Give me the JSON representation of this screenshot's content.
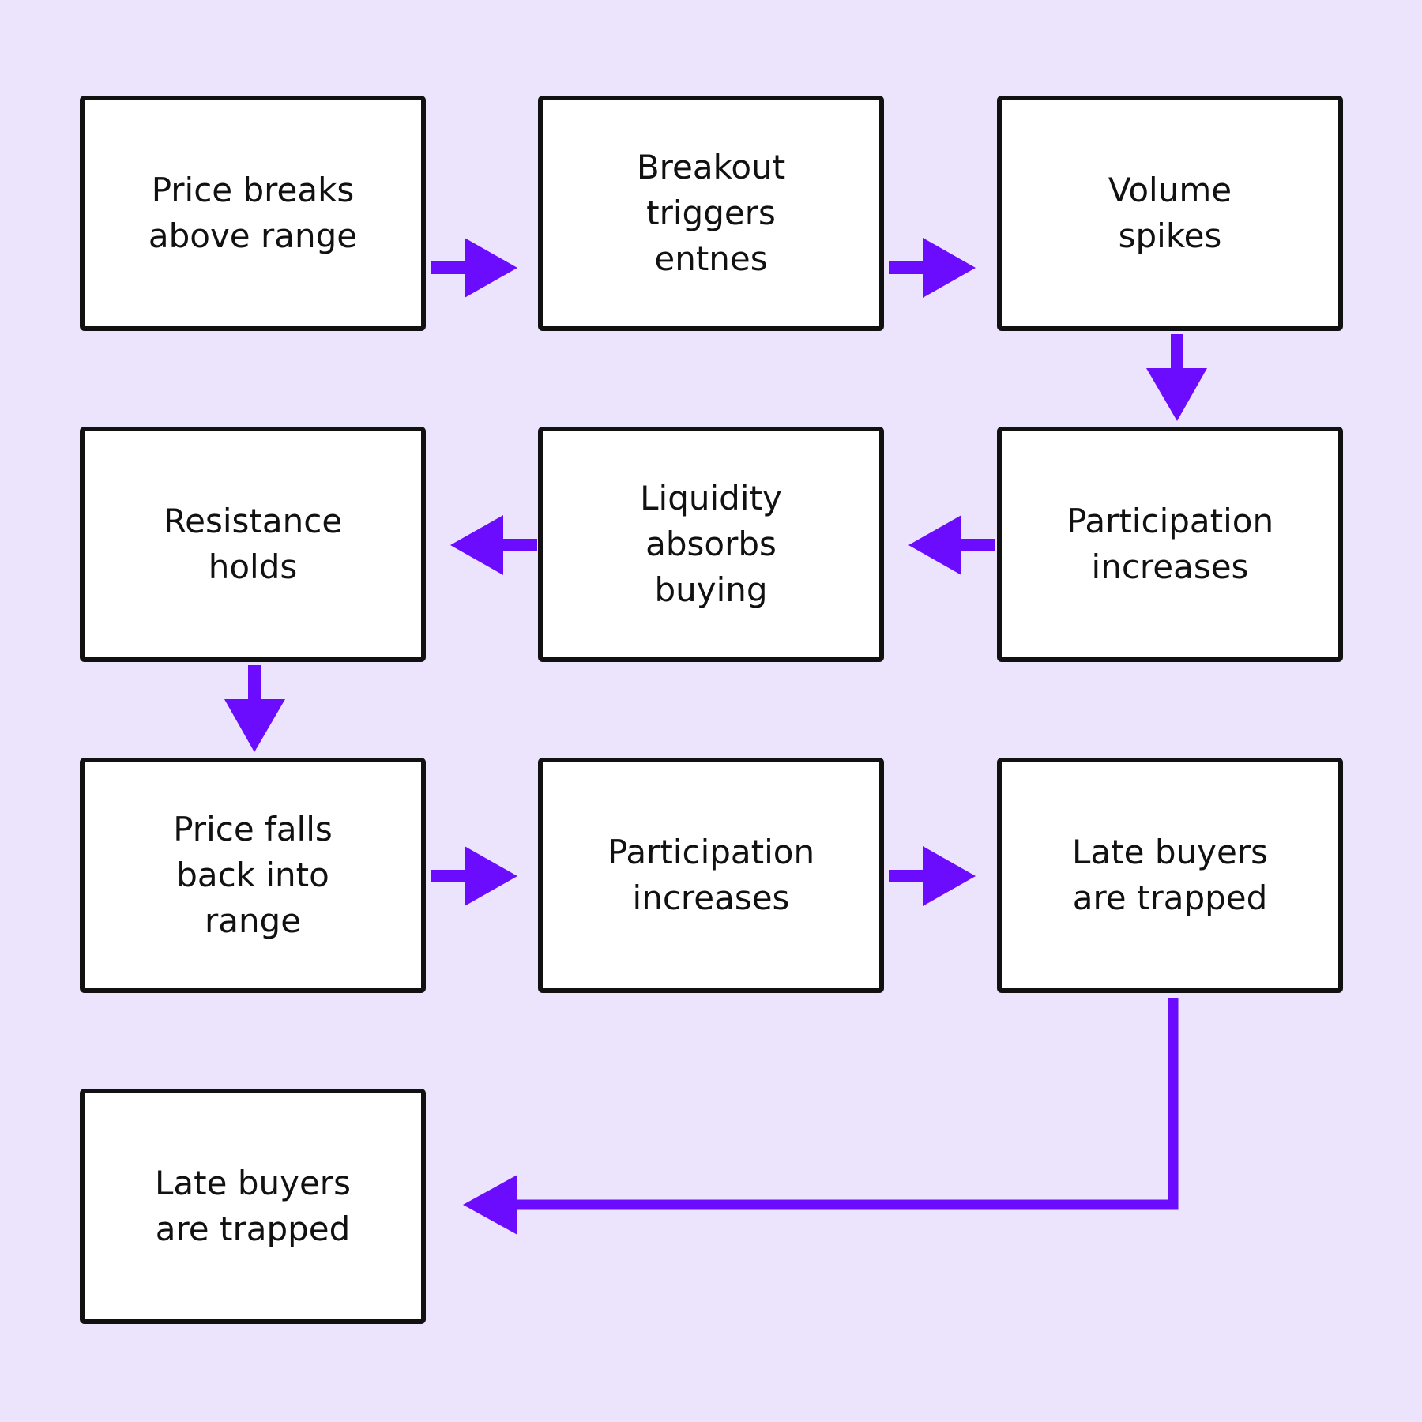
{
  "colors": {
    "background": "#ece4fd",
    "arrow": "#6b0cff",
    "box_border": "#111111",
    "box_fill": "#ffffff",
    "text": "#111111"
  },
  "nodes": [
    {
      "id": "n1",
      "label": "Price breaks\nabove range"
    },
    {
      "id": "n2",
      "label": "Breakout\ntriggers\nentnes"
    },
    {
      "id": "n3",
      "label": "Volume\nspikes"
    },
    {
      "id": "n4",
      "label": "Resistance\nholds"
    },
    {
      "id": "n5",
      "label": "Liquidity\nabsorbs\nbuying"
    },
    {
      "id": "n6",
      "label": "Participation\nincreases"
    },
    {
      "id": "n7",
      "label": "Price falls\nback into\nrange"
    },
    {
      "id": "n8",
      "label": "Participation\nincreases"
    },
    {
      "id": "n9",
      "label": "Late buyers\nare trapped"
    },
    {
      "id": "n10",
      "label": "Late buyers\nare trapped"
    }
  ],
  "edges": [
    {
      "from": "n1",
      "to": "n2"
    },
    {
      "from": "n2",
      "to": "n3"
    },
    {
      "from": "n3",
      "to": "n6"
    },
    {
      "from": "n6",
      "to": "n5"
    },
    {
      "from": "n5",
      "to": "n4"
    },
    {
      "from": "n4",
      "to": "n7"
    },
    {
      "from": "n7",
      "to": "n8"
    },
    {
      "from": "n8",
      "to": "n9"
    },
    {
      "from": "n9",
      "to": "n10"
    }
  ]
}
